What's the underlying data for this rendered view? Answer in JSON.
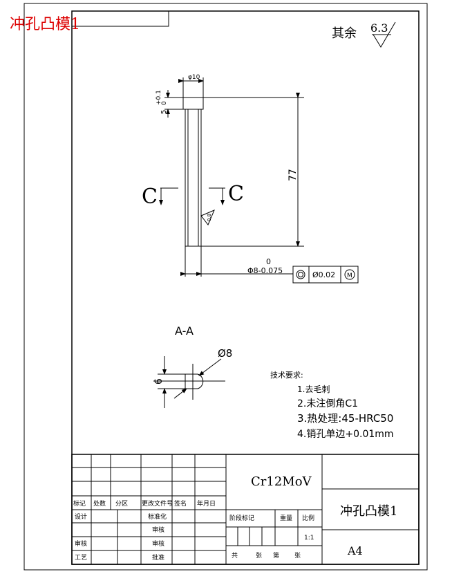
{
  "header_title": "冲孔凸模1",
  "roughness": {
    "label": "其余",
    "value": "6.3"
  },
  "dims": {
    "top_dia": "φ10",
    "head_tol_plus": "+0.1",
    "head_tol_zero": "0",
    "head_len": "5",
    "length": "77",
    "section_label_left": "C",
    "section_label_right": "C",
    "local_roughness": "0.8",
    "shaft_tol_upper": "0",
    "shaft_dia": "Φ8-0.075",
    "tolerance_frame": {
      "symbol": "◎",
      "value": "Ø0.02",
      "modifier": "M"
    }
  },
  "section": {
    "title": "A-A",
    "dia": "Ø8",
    "flat": "6"
  },
  "tech": {
    "heading": "技术要求:",
    "items": [
      "1.去毛刺",
      "2.未注倒角C1",
      "3.热处理:45-HRC50",
      "4.销孔单边+0.01mm"
    ]
  },
  "title_block": {
    "material": "Cr12MoV",
    "part_name": "冲孔凸模1",
    "size": "A4",
    "scale": "1:1",
    "header_row": [
      "标记",
      "处数",
      "分区",
      "更改文件号",
      "签名",
      "年月日"
    ],
    "labels": {
      "design": "设计",
      "standard": "标准化",
      "review": "审核",
      "process": "工艺",
      "check": "审核",
      "approve": "批准",
      "stage": "阶段标记",
      "weight": "重量",
      "ratio": "比例",
      "pages_total": "共",
      "pages_unit": "张",
      "page_no": "第",
      "page_unit": "张"
    },
    "mid_labels": [
      "标准化",
      "审核",
      "批准"
    ]
  }
}
